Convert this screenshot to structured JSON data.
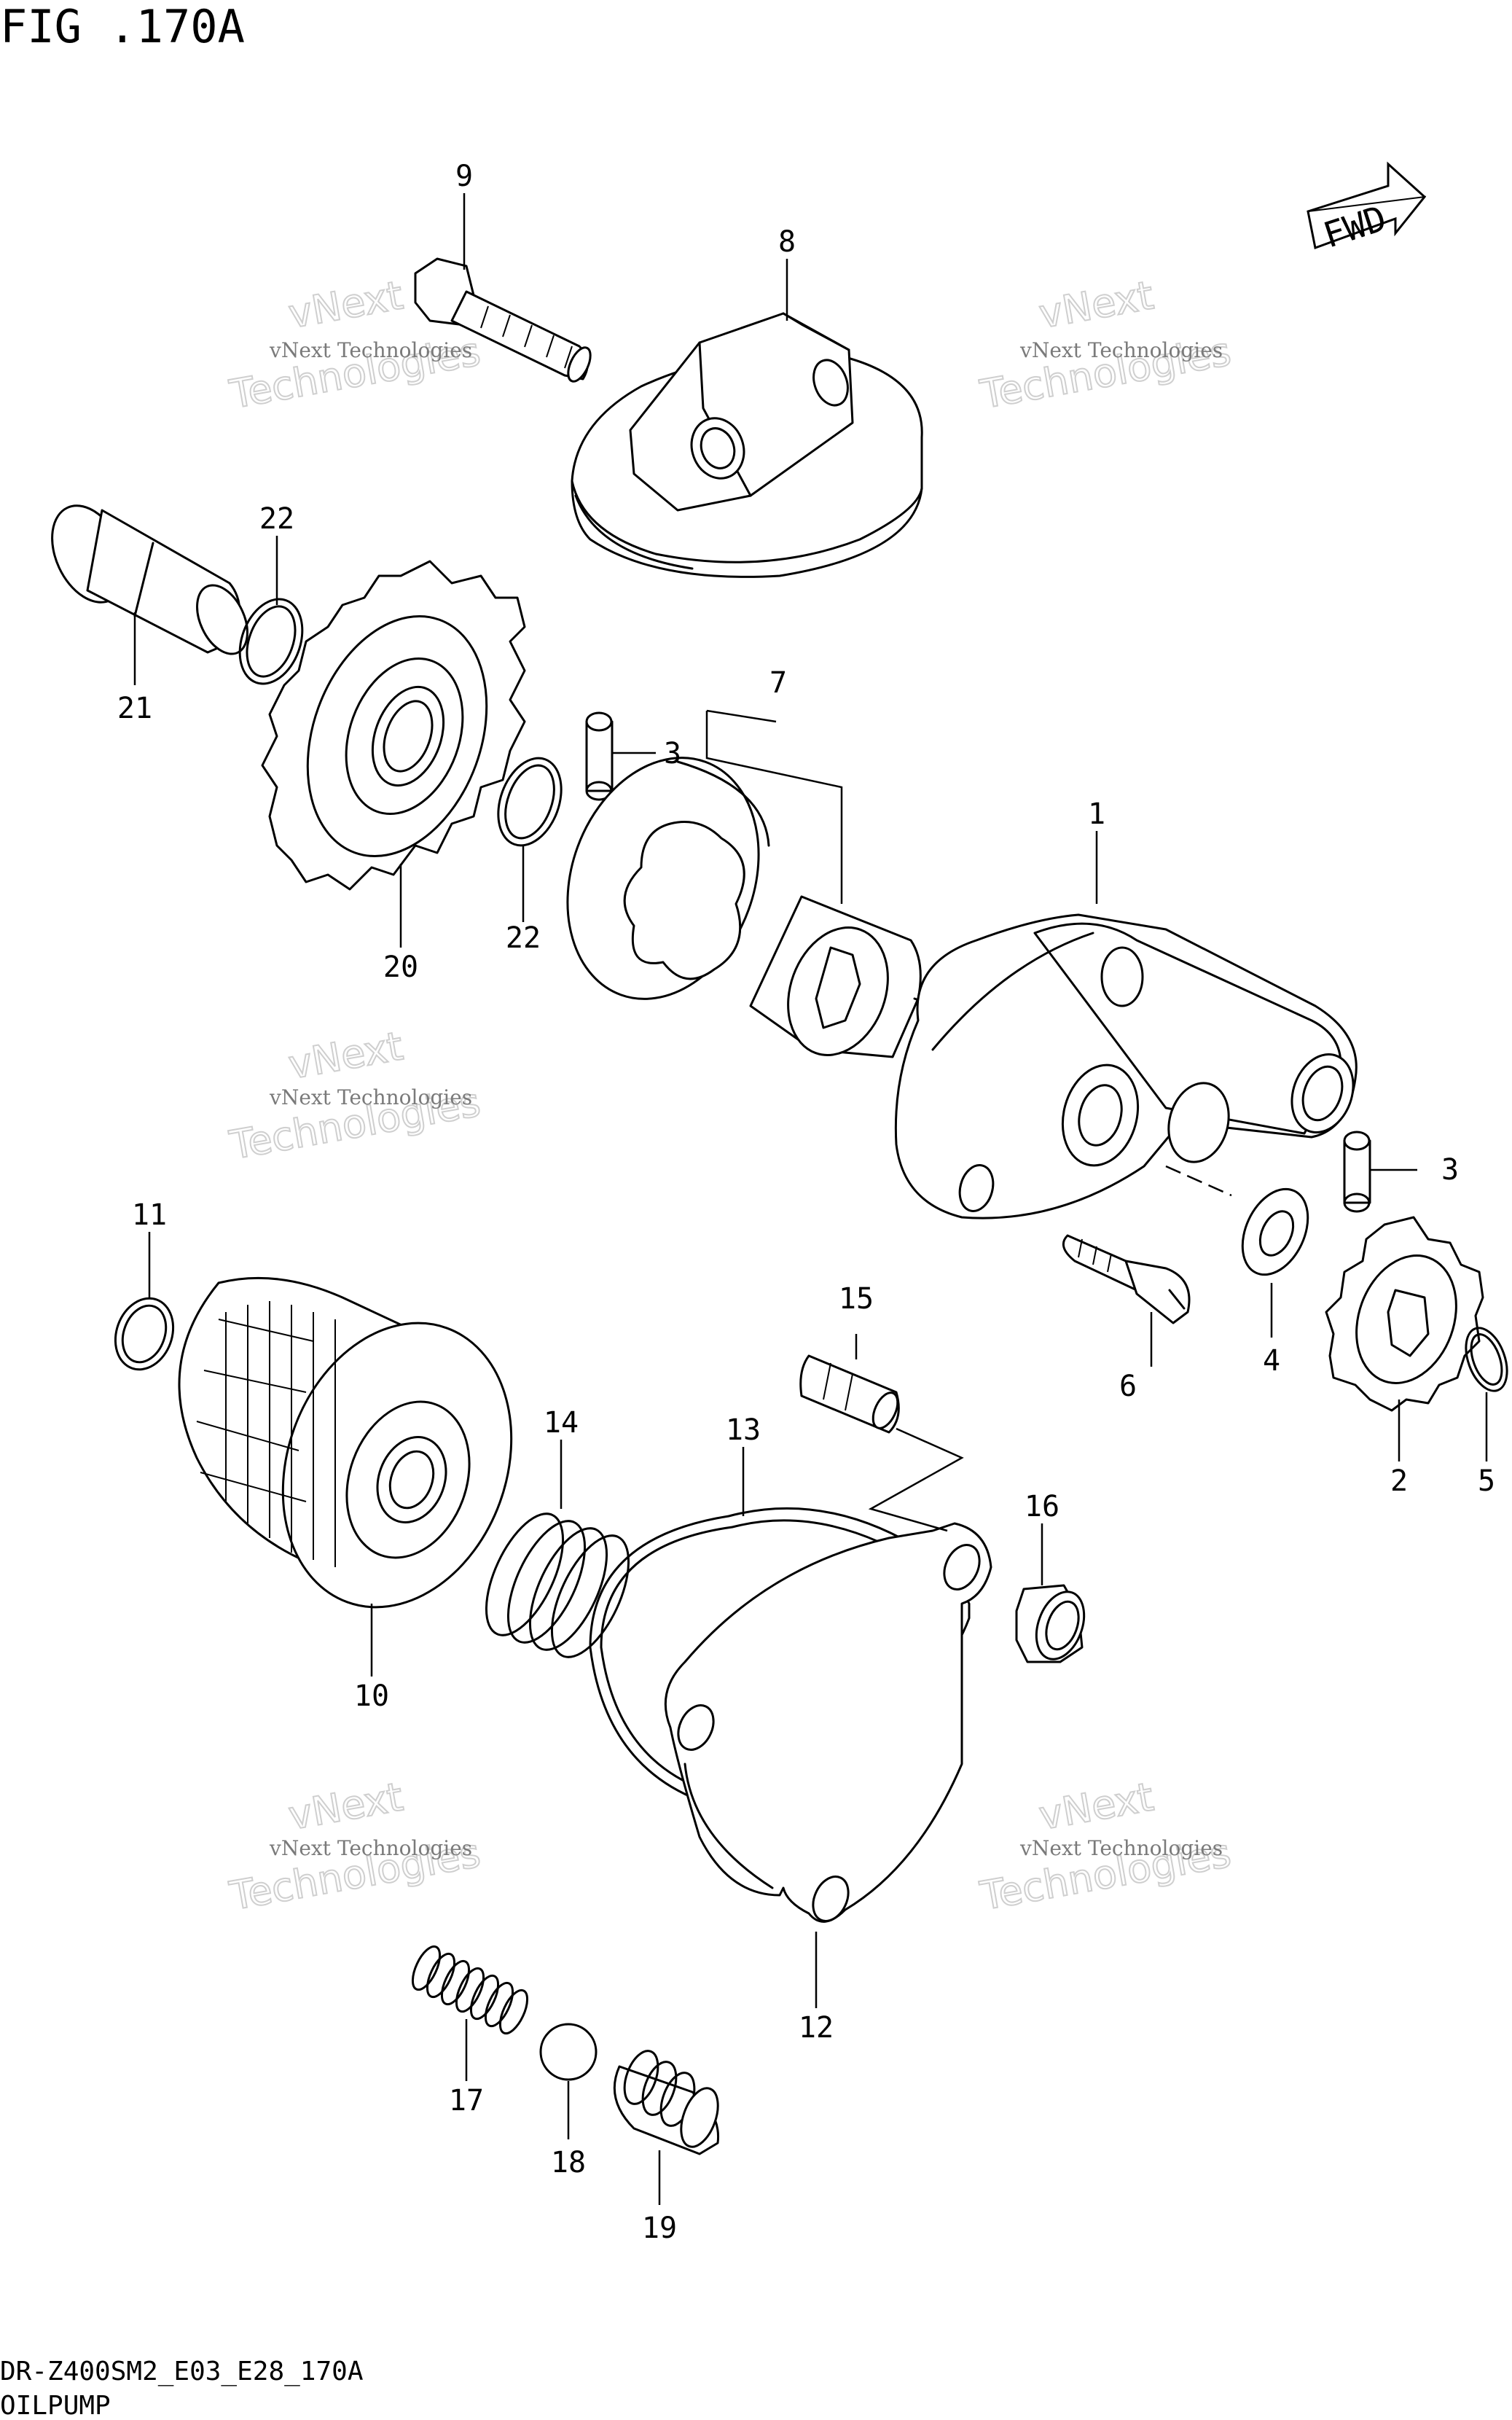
{
  "header": {
    "title": "FIG .170A"
  },
  "footer": {
    "model_code": "DR-Z400SM2_E03_E28_170A",
    "section_name": "OILPUMP"
  },
  "fwd_badge": {
    "label": "FWD"
  },
  "watermark": {
    "small_text": "vNext Technologies",
    "big_text_1": "vNext",
    "big_text_2": "Technologies"
  },
  "callouts": {
    "c1": "1",
    "c2": "2",
    "c3a": "3",
    "c3b": "3",
    "c4": "4",
    "c5": "5",
    "c6": "6",
    "c7": "7",
    "c8": "8",
    "c9": "9",
    "c10": "10",
    "c11": "11",
    "c12": "12",
    "c13": "13",
    "c14": "14",
    "c15": "15",
    "c16": "16",
    "c17": "17",
    "c18": "18",
    "c19": "19",
    "c20": "20",
    "c21": "21",
    "c22a": "22",
    "c22b": "22"
  }
}
